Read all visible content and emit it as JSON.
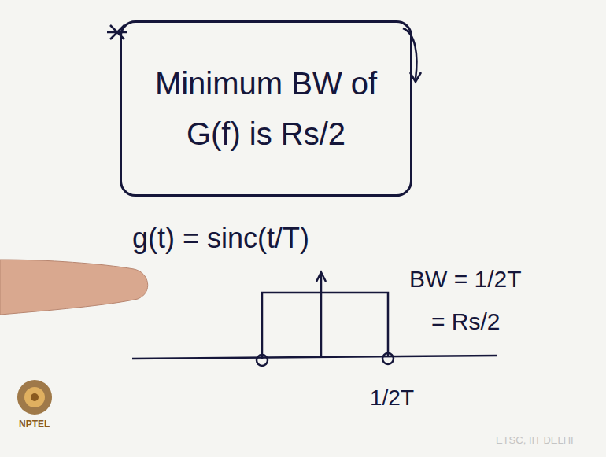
{
  "diagram": {
    "nodes": [
      {
        "text": [
          "Minimum BW of G(f) is Rs/2"
        ]
      }
    ],
    "labels": [
      "g(t) = sinc(t/T)",
      "BW = 1/2T",
      "= Rs/2",
      "1/2T",
      "NPTEL",
      "ETSC, IIT DELHI"
    ]
  }
}
